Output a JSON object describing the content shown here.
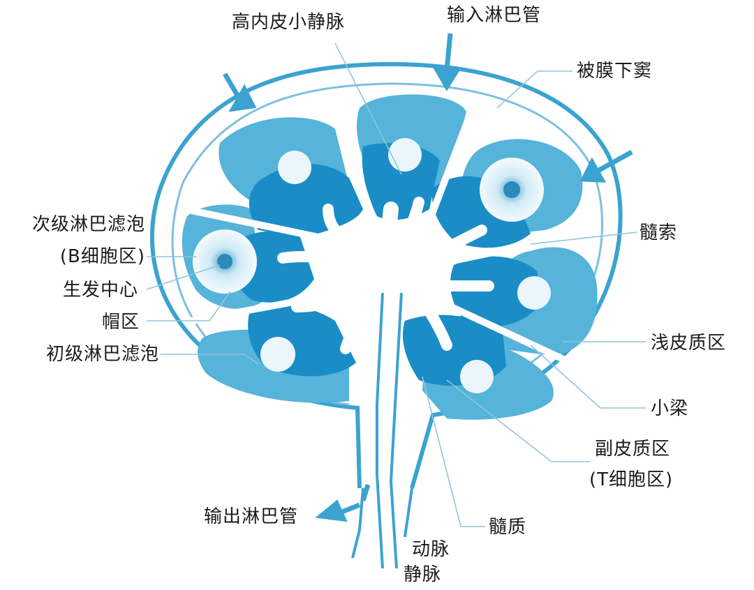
{
  "colors": {
    "outline": "#3aa3d0",
    "cortex_light": "#56b3da",
    "paracortex": "#1a8dc7",
    "follicle": "#eaf6fb",
    "medulla": "#ffffff",
    "leader_line": "#8fc6dc",
    "arrow": "#3aa3d0"
  },
  "labels": {
    "hev": "高内皮小静脉",
    "afferent": "输入淋巴管",
    "subcapsular_sinus": "被膜下窦",
    "secondary_follicle": "次级淋巴滤泡",
    "b_zone": "(B细胞区)",
    "germinal_center": "生发中心",
    "mantle_zone": "帽区",
    "primary_follicle": "初级淋巴滤泡",
    "medullary_cord": "髓索",
    "superficial_cortex": "浅皮质区",
    "trabecula": "小梁",
    "paracortex": "副皮质区",
    "t_zone": "(T细胞区)",
    "efferent": "输出淋巴管",
    "medulla": "髓质",
    "artery": "动脉",
    "vein": "静脉"
  }
}
